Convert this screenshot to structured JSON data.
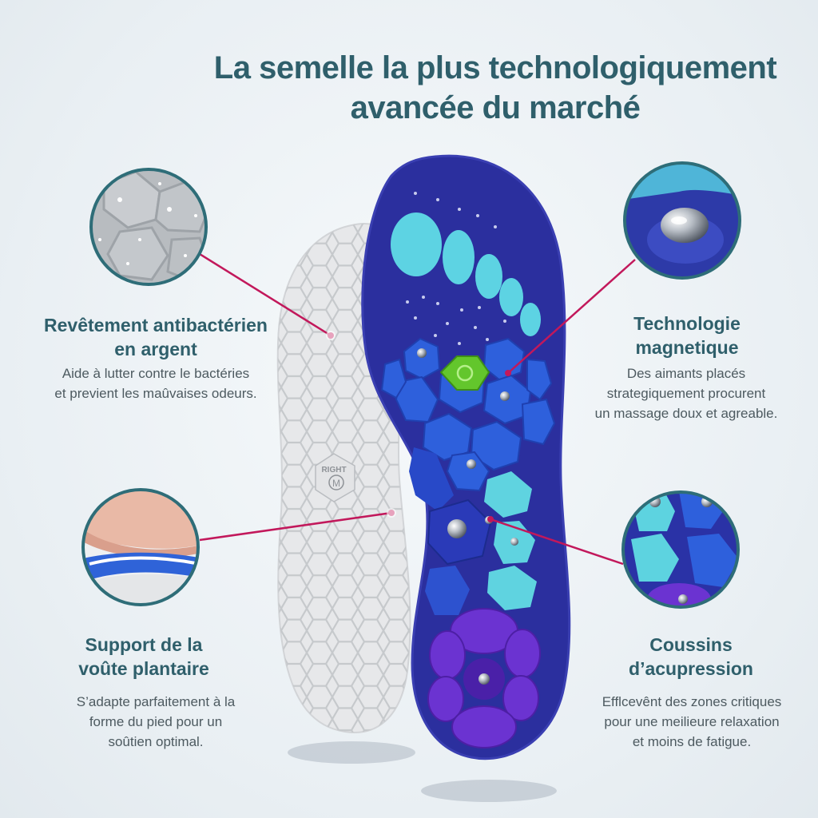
{
  "title_line1": "La semelle la plus technologiquement",
  "title_line2": "avancée du marché",
  "features": {
    "silver": {
      "title_line1": "Revêtement antibactérien",
      "title_line2": "en argent",
      "desc_line1": "Aide à lutter contre le bactéries",
      "desc_line2": "et previent les maûvaises odeurs."
    },
    "magnetic": {
      "title_line1": "Technologie",
      "title_line2": "magnetique",
      "desc_line1": "Des aimants placés",
      "desc_line2": "strategiquement procurent",
      "desc_line3": "un massage doux et agreable."
    },
    "arch": {
      "title_line1": "Support de la",
      "title_line2": "voûte plantaire",
      "desc_line1": "S’adapte parfaitement à la",
      "desc_line2": "forme du pied pour un",
      "desc_line3": "soûtien optimal."
    },
    "acupressure": {
      "title_line1": "Coussins",
      "title_line2": "d’acupression",
      "desc_line1": "Efflcevênt des zones critiques",
      "desc_line2": "pour une meilieure relaxation",
      "desc_line3": "et moins de fatigue."
    }
  },
  "insole_marking": {
    "side": "RIGHT",
    "size": "M"
  },
  "colors": {
    "title": "#2f5f6b",
    "connector": "#c2185b",
    "circle_border": "#2e6d78",
    "insole_blue": "#2a2fa0",
    "cyan_pads": "#5ad3e0",
    "blue_pads": "#2f5fd8",
    "purple_pads": "#6a2fd0",
    "green_center": "#5ec42a"
  }
}
